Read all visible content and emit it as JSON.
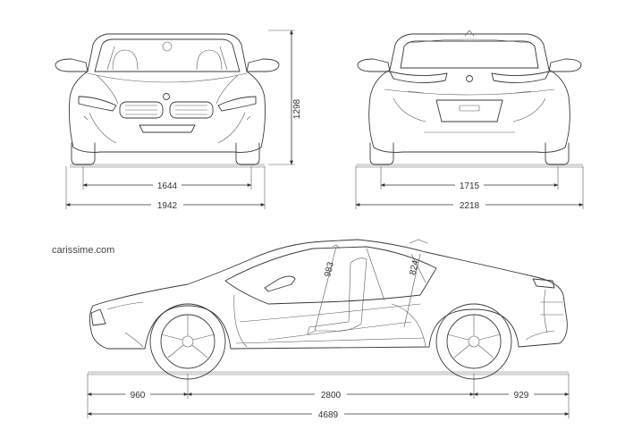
{
  "brand": "carissime.com",
  "front": {
    "height_label": "1298",
    "track_label": "1644",
    "width_label": "1942"
  },
  "rear": {
    "track_label": "1715",
    "width_mirrors_label": "2218"
  },
  "side": {
    "front_overhang_label": "960",
    "wheelbase_label": "2800",
    "rear_overhang_label": "929",
    "length_label": "4689",
    "front_headroom_label": "983",
    "rear_headroom_label": "824"
  }
}
